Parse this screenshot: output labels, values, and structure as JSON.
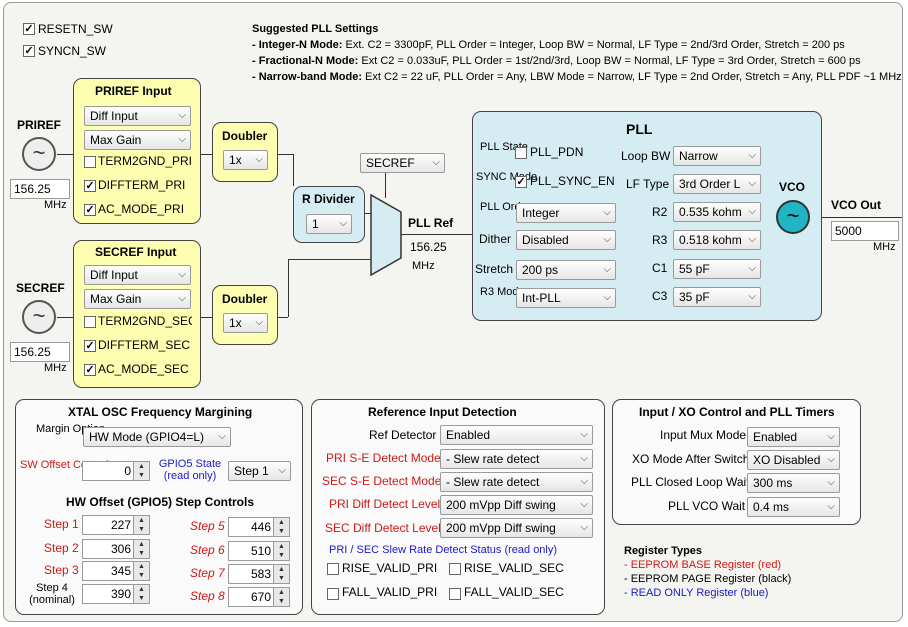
{
  "top": {
    "resetn": "RESETN_SW",
    "syncn": "SYNCN_SW"
  },
  "pll_settings": {
    "heading": "Suggested PLL Settings",
    "l1a": "- Integer-N Mode:",
    "l1b": " Ext. C2 = 3300pF, PLL Order = Integer, Loop BW = Normal, LF Type = 2nd/3rd Order, Stretch = 200 ps",
    "l2a": "- Fractional-N Mode:",
    "l2b": " Ext C2 = 0.033uF, PLL Order = 1st/2nd/3rd, Loop BW = Normal, LF Type = 3rd Order, Stretch = 600 ps",
    "l3a": "- Narrow-band Mode:",
    "l3b": " Ext C2 = 22 uF, PLL Order = Any, LBW Mode = Narrow, LF Type = 2nd Order, Stretch = Any, PLL PDF ~1 MHz"
  },
  "priref": {
    "label": "PRIREF",
    "freq": "156.25",
    "unit": "MHz",
    "title": "PRIREF Input",
    "mode": "Diff Input",
    "gain": "Max Gain",
    "term2gnd": "TERM2GND_PRI",
    "diffterm": "DIFFTERM_PRI",
    "acmode": "AC_MODE_PRI"
  },
  "secref": {
    "label": "SECREF",
    "freq": "156.25",
    "unit": "MHz",
    "title": "SECREF Input",
    "mode": "Diff Input",
    "gain": "Max Gain",
    "term2gnd": "TERM2GND_SEC",
    "diffterm": "DIFFTERM_SEC",
    "acmode": "AC_MODE_SEC"
  },
  "doubler1": {
    "title": "Doubler",
    "value": "1x"
  },
  "doubler2": {
    "title": "Doubler",
    "value": "1x"
  },
  "rdivider": {
    "title": "R Divider",
    "value": "1"
  },
  "mux": {
    "select": "SECREF"
  },
  "pllref": {
    "title": "PLL Ref",
    "freq": "156.25",
    "unit": "MHz"
  },
  "pll": {
    "title": "PLL",
    "state_label": "PLL State",
    "pdn": "PLL_PDN",
    "sync_label": "SYNC Mode",
    "sync_en": "PLL_SYNC_EN",
    "order_label": "PLL Order",
    "order": "Integer",
    "dither_label": "Dither",
    "dither": "Disabled",
    "stretch_label": "Stretch",
    "stretch": "200 ps",
    "r3mode_label": "R3 Mode",
    "r3mode": "Int-PLL",
    "loopbw_label": "Loop BW",
    "loopbw": "Narrow",
    "lftype_label": "LF Type",
    "lftype": "3rd Order L",
    "r2_label": "R2",
    "r2": "0.535 kohm",
    "r3_label": "R3",
    "r3": "0.518 kohm",
    "c1_label": "C1",
    "c1": "55 pF",
    "c3_label": "C3",
    "c3": "35 pF"
  },
  "vco": {
    "label": "VCO",
    "out_label": "VCO Out",
    "freq": "5000",
    "unit": "MHz"
  },
  "xtal": {
    "title": "XTAL OSC Frequency Margining",
    "margin_label": "Margin Option",
    "margin": "HW Mode (GPIO4=L)",
    "sw_label": "SW Offset Control",
    "sw_value": "0",
    "gpio_label": "GPIO5 State",
    "gpio_sub": "(read only)",
    "gpio_value": "Step 1",
    "hw_title": "HW Offset (GPIO5) Step Controls",
    "steps": [
      {
        "label": "Step 1",
        "value": "227"
      },
      {
        "label": "Step 2",
        "value": "306"
      },
      {
        "label": "Step 3",
        "value": "345"
      },
      {
        "label": "Step 4 (nominal)",
        "value": "390"
      },
      {
        "label": "Step 5",
        "value": "446"
      },
      {
        "label": "Step 6",
        "value": "510"
      },
      {
        "label": "Step 7",
        "value": "583"
      },
      {
        "label": "Step 8",
        "value": "670"
      }
    ]
  },
  "refdet": {
    "title": "Reference Input Detection",
    "det_label": "Ref Detector",
    "det": "Enabled",
    "pri_se_label": "PRI S-E Detect Mode",
    "pri_se": "- Slew rate detect",
    "sec_se_label": "SEC S-E Detect Mode",
    "sec_se": "- Slew rate detect",
    "pri_diff_label": "PRI Diff Detect Level",
    "pri_diff": "200 mVpp Diff swing",
    "sec_diff_label": "SEC Diff Detect Level",
    "sec_diff": "200 mVpp Diff swing",
    "status_title": "PRI / SEC Slew Rate Detect Status (read only)",
    "rise_pri": "RISE_VALID_PRI",
    "rise_sec": "RISE_VALID_SEC",
    "fall_pri": "FALL_VALID_PRI",
    "fall_sec": "FALL_VALID_SEC"
  },
  "xoctl": {
    "title": "Input / XO Control and PLL Timers",
    "mux_label": "Input Mux Mode",
    "mux": "Enabled",
    "xo_label": "XO Mode After Switch",
    "xo": "XO Disabled",
    "closed_label": "PLL Closed Loop Wait",
    "closed": "300 ms",
    "vco_label": "PLL VCO Wait",
    "vco": "0.4 ms"
  },
  "regtypes": {
    "title": "Register Types",
    "l1": "- EEPROM BASE Register (red)",
    "l2": "- EEPROM PAGE Register (black)",
    "l3": "- READ ONLY Register (blue)"
  },
  "colors": {
    "yellow": "#fefeb0",
    "blue": "#d6ecf3",
    "vco": "#20b5c4",
    "red": "#d01818",
    "navy": "#1a1ac8"
  }
}
